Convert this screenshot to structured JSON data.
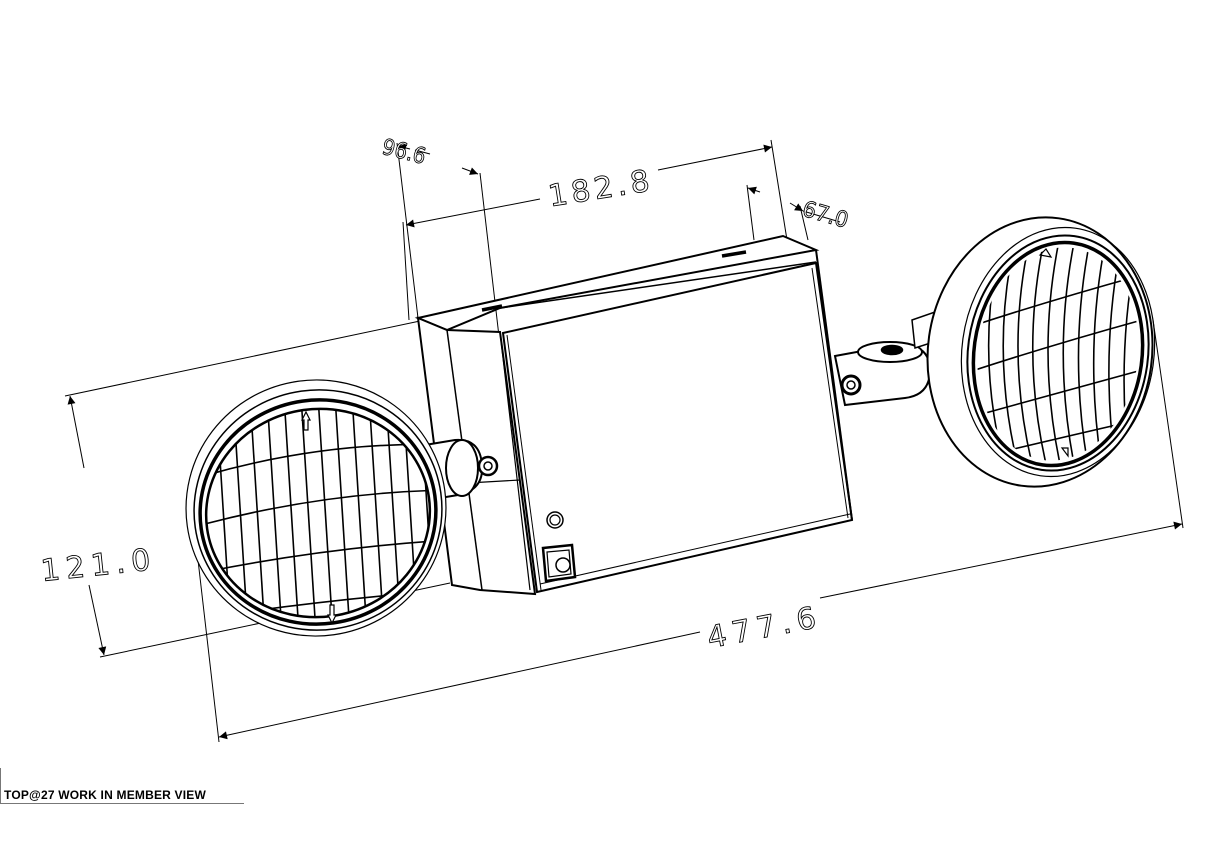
{
  "drawing": {
    "subject": "Twin-head emergency light fixture (isometric view)",
    "line_color": "#000000",
    "background": "#ffffff"
  },
  "dimensions": {
    "depth_bracket": "96.6",
    "housing_width": "182.8",
    "head_depth": "67.0",
    "height": "121.0",
    "overall_width": "477.6"
  },
  "caption": {
    "text": "TOP@27 WORK IN MEMBER VIEW"
  }
}
